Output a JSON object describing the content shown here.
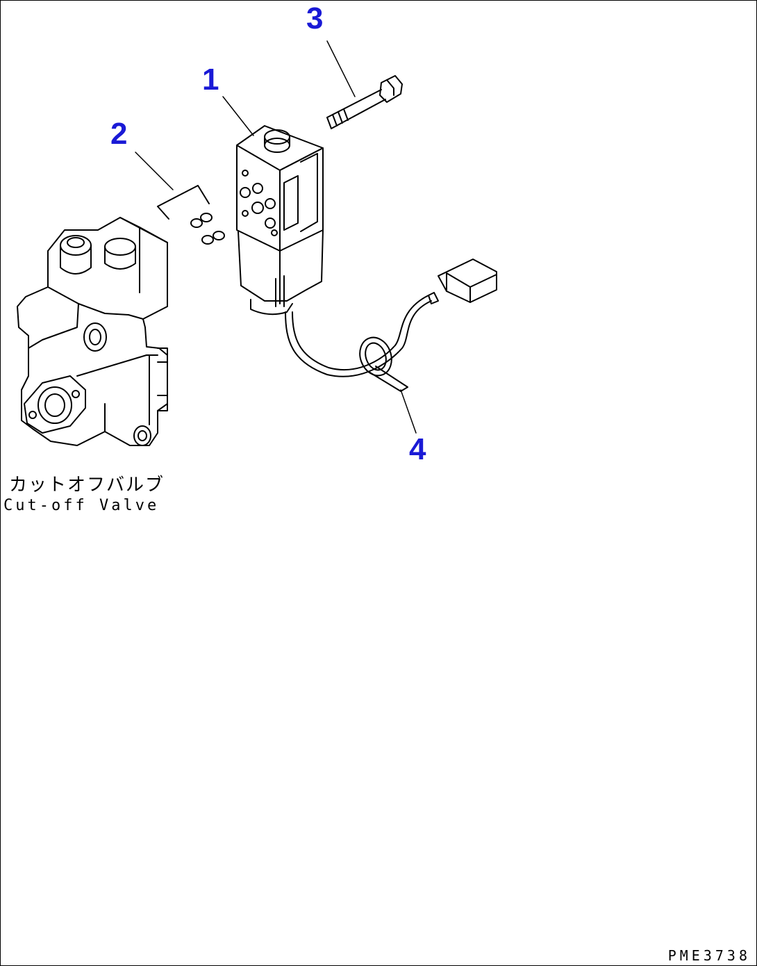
{
  "callouts": {
    "part1": "1",
    "part2": "2",
    "part3": "3",
    "part4": "4"
  },
  "labels": {
    "valve_jp": "カットオフバルブ",
    "valve_en": "Cut-off Valve"
  },
  "drawing_code": "PME3738",
  "colors": {
    "callout": "#1a1ad6",
    "line": "#000000",
    "background": "#ffffff"
  }
}
